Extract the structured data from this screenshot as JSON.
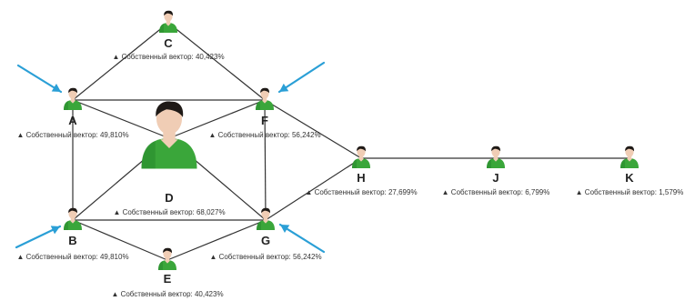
{
  "colors": {
    "edge": "#333333",
    "arrow": "#2a9fd6",
    "shirt": "#3aa63a",
    "shirt_dark": "#23852a",
    "skin": "#f0cdb5",
    "hair": "#1f1a17",
    "label": "#333333"
  },
  "vector_prefix": "▲ Собственный вектор:",
  "nodes": [
    {
      "id": "C",
      "label": "C",
      "vector": "40,423%"
    },
    {
      "id": "A",
      "label": "A",
      "vector": "49,810%"
    },
    {
      "id": "F",
      "label": "F",
      "vector": "56,242%"
    },
    {
      "id": "D",
      "label": "D",
      "vector": "68,027%"
    },
    {
      "id": "B",
      "label": "B",
      "vector": "49,810%"
    },
    {
      "id": "G",
      "label": "G",
      "vector": "56,242%"
    },
    {
      "id": "E",
      "label": "E",
      "vector": "40,423%"
    },
    {
      "id": "H",
      "label": "H",
      "vector": "27,699%"
    },
    {
      "id": "J",
      "label": "J",
      "vector": "6,799%"
    },
    {
      "id": "K",
      "label": "K",
      "vector": "1,579%"
    }
  ],
  "edges": [
    [
      "A",
      "C"
    ],
    [
      "C",
      "F"
    ],
    [
      "A",
      "F"
    ],
    [
      "A",
      "B"
    ],
    [
      "F",
      "G"
    ],
    [
      "B",
      "G"
    ],
    [
      "A",
      "D"
    ],
    [
      "F",
      "D"
    ],
    [
      "B",
      "D"
    ],
    [
      "G",
      "D"
    ],
    [
      "B",
      "E"
    ],
    [
      "E",
      "G"
    ],
    [
      "F",
      "H"
    ],
    [
      "G",
      "H"
    ],
    [
      "H",
      "J"
    ],
    [
      "J",
      "K"
    ]
  ],
  "highlighted": [
    "A",
    "F",
    "B",
    "G"
  ]
}
